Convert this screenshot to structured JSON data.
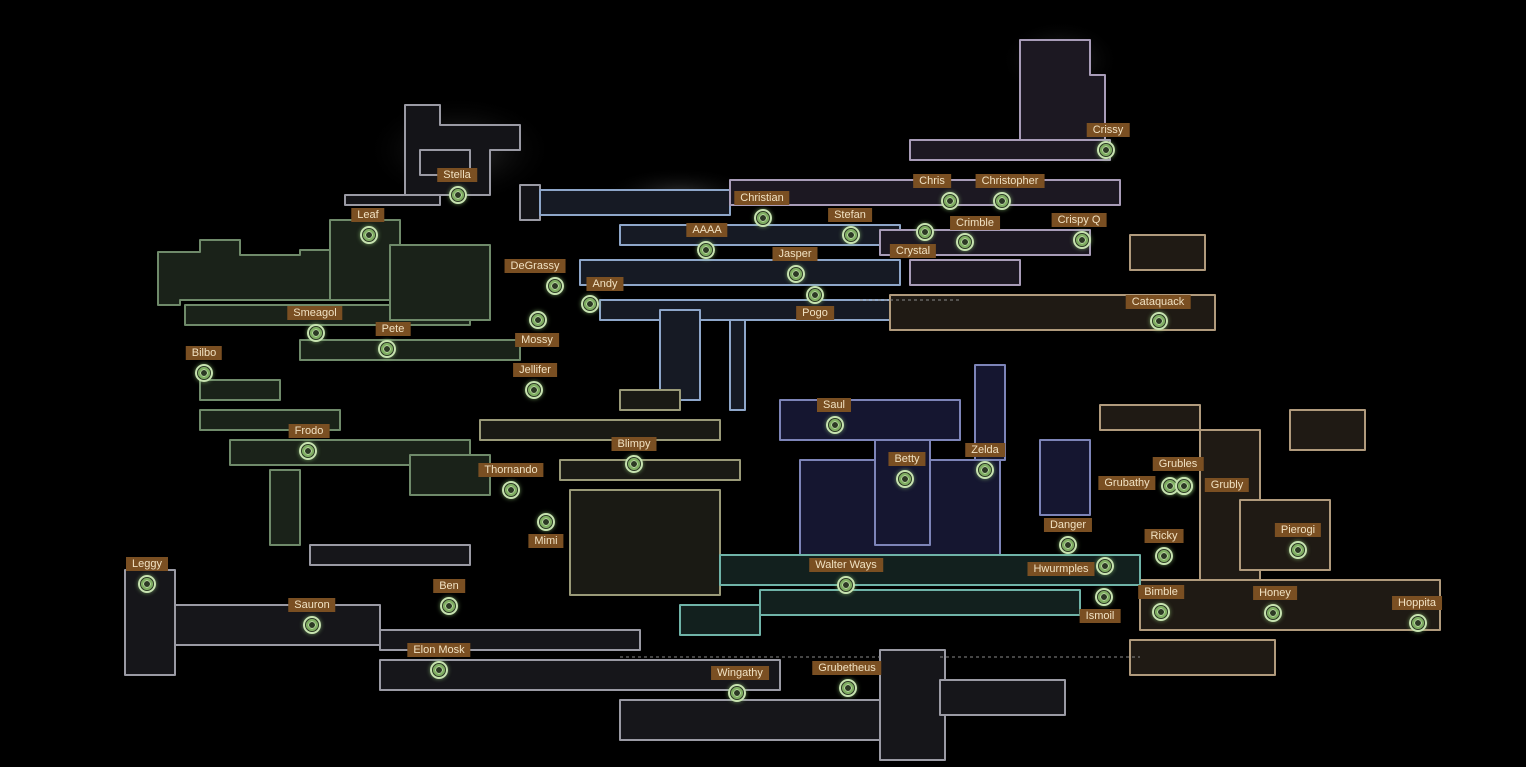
{
  "map": {
    "region_colors": {
      "green": "#6f8a6a",
      "blue": "#8ea6c9",
      "purple": "#a89cb8",
      "tan": "#b09a7c",
      "teal": "#6fb3a8",
      "grey": "#9a9aa4",
      "olive": "#9a9a78",
      "navy": "#7d84b8"
    },
    "label_color": "#7a4f22",
    "marker_icon": "grub-marker-icon",
    "pins": [
      {
        "name": "Crissy"
      },
      {
        "name": "Stella"
      },
      {
        "name": "Leaf"
      },
      {
        "name": "Christian"
      },
      {
        "name": "Stefan"
      },
      {
        "name": "Chris"
      },
      {
        "name": "Christopher"
      },
      {
        "name": "Crimble"
      },
      {
        "name": "Crispy Q"
      },
      {
        "name": "Crystal"
      },
      {
        "name": "AAAA"
      },
      {
        "name": "Jasper"
      },
      {
        "name": "DeGrassy"
      },
      {
        "name": "Andy"
      },
      {
        "name": "Smeagol"
      },
      {
        "name": "Pete"
      },
      {
        "name": "Mossy"
      },
      {
        "name": "Pogo"
      },
      {
        "name": "Cataquack"
      },
      {
        "name": "Bilbo"
      },
      {
        "name": "Jellifer"
      },
      {
        "name": "Saul"
      },
      {
        "name": "Frodo"
      },
      {
        "name": "Blimpy"
      },
      {
        "name": "Betty"
      },
      {
        "name": "Zelda"
      },
      {
        "name": "Grubles"
      },
      {
        "name": "Grubathy"
      },
      {
        "name": "Grubly"
      },
      {
        "name": "Thornando"
      },
      {
        "name": "Danger"
      },
      {
        "name": "Pierogi"
      },
      {
        "name": "Ricky"
      },
      {
        "name": "Mimi"
      },
      {
        "name": "Leggy"
      },
      {
        "name": "Walter Ways"
      },
      {
        "name": "Hwurmples"
      },
      {
        "name": "Ben"
      },
      {
        "name": "Bimble"
      },
      {
        "name": "Honey"
      },
      {
        "name": "Hoppita"
      },
      {
        "name": "Sauron"
      },
      {
        "name": "Ismoil"
      },
      {
        "name": "Elon Mosk"
      },
      {
        "name": "Grubetheus"
      },
      {
        "name": "Wingathy"
      }
    ]
  }
}
